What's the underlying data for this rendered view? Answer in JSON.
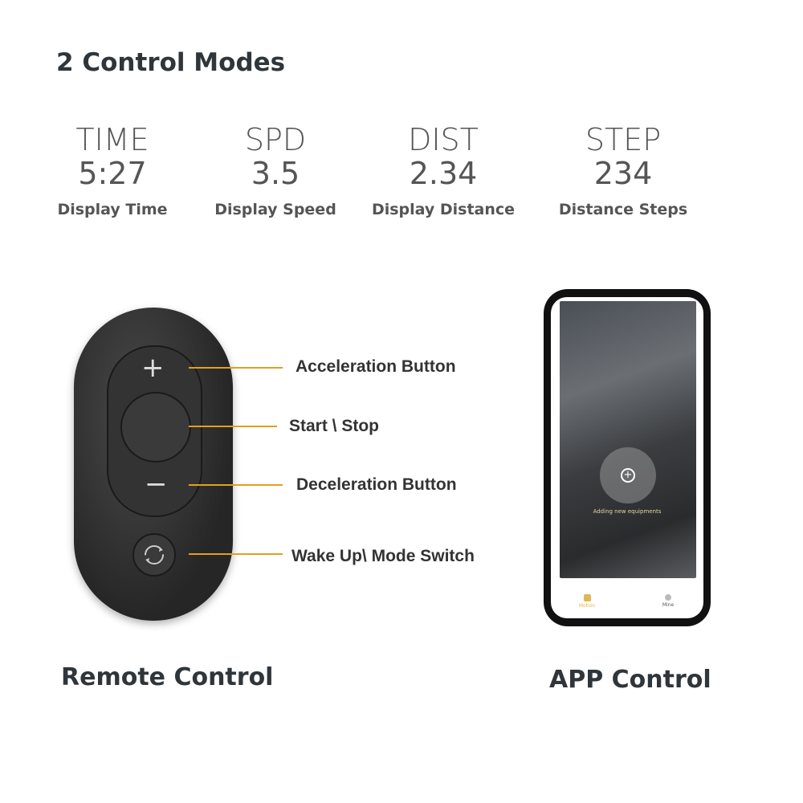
{
  "title": "2 Control Modes",
  "stats": [
    {
      "key": "TIME",
      "value": "5:27",
      "caption": "Display Time"
    },
    {
      "key": "SPD",
      "value": "3.5",
      "caption": "Display Speed"
    },
    {
      "key": "DIST",
      "value": "2.34",
      "caption": "Display Distance"
    },
    {
      "key": "STEP",
      "value": "234",
      "caption": "Distance Steps"
    }
  ],
  "remote": {
    "labels": [
      "Acceleration Button",
      "Start \\ Stop",
      "Deceleration Button",
      "Wake Up\\ Mode Switch"
    ],
    "plus": "+",
    "minus": "−",
    "caption": "Remote Control"
  },
  "app": {
    "overlay_text": "Adding new equipments",
    "tabs": [
      "Motion",
      "Mine"
    ],
    "caption": "APP Control"
  },
  "colors": {
    "accent": "#e0a020"
  }
}
